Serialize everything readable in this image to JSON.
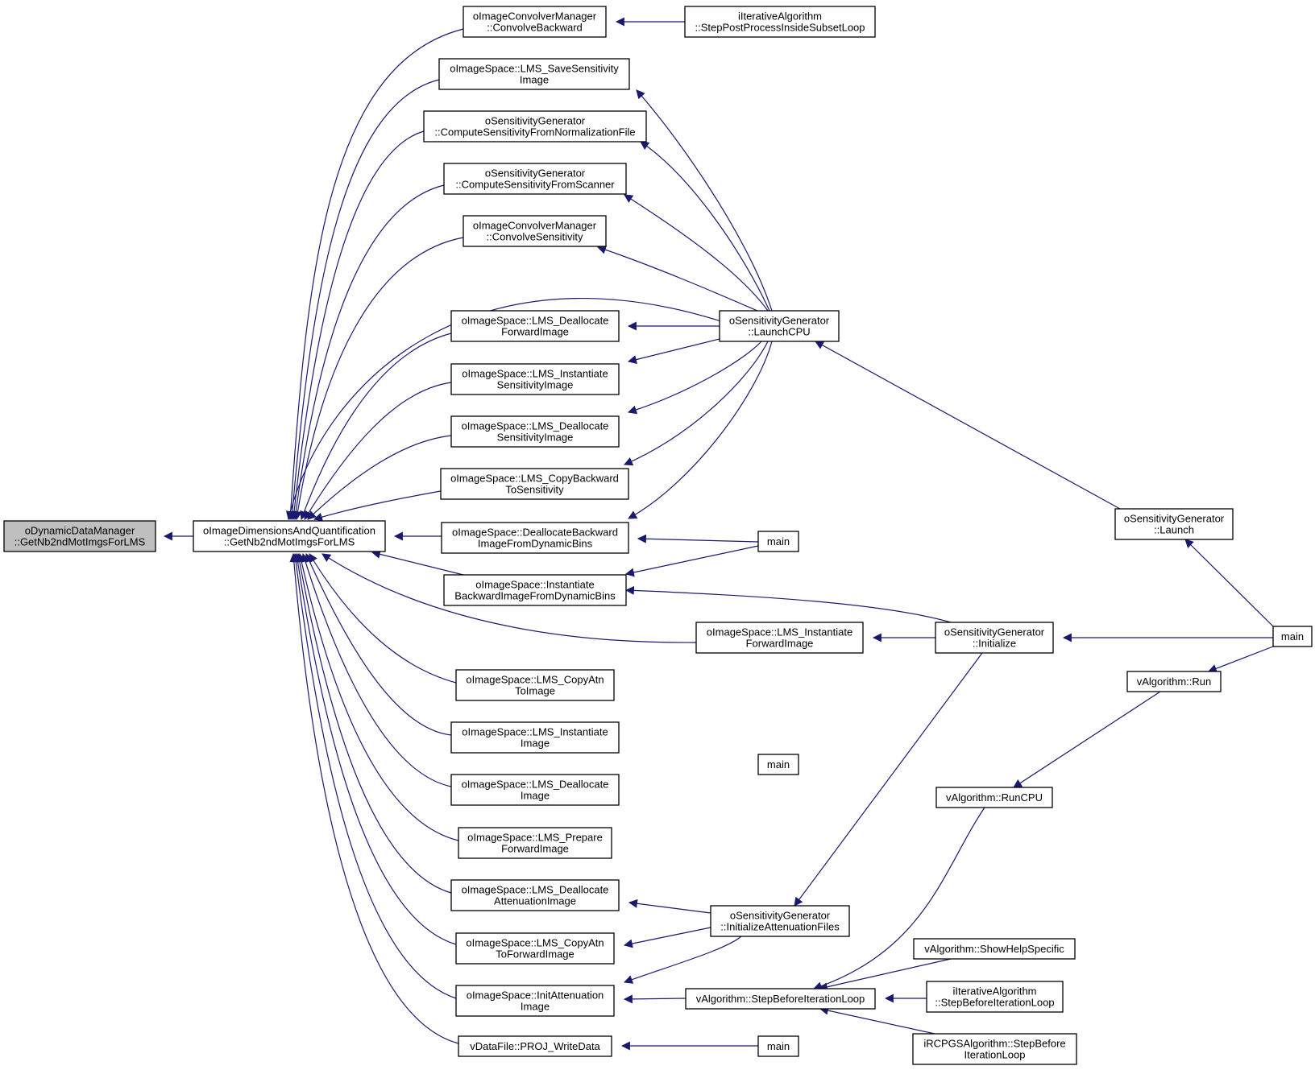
{
  "colors": {
    "edge": "#191970",
    "node_fill": "#ffffff",
    "focus_fill": "#bfbfbf",
    "border": "#000000"
  },
  "nodes": [
    {
      "id": "root",
      "lines": [
        "oDynamicDataManager",
        "::GetNb2ndMotImgsForLMS"
      ],
      "focus": true
    },
    {
      "id": "dimq",
      "lines": [
        "oImageDimensionsAndQuantification",
        "::GetNb2ndMotImgsForLMS"
      ]
    },
    {
      "id": "convback",
      "lines": [
        "oImageConvolverManager",
        "::ConvolveBackward"
      ]
    },
    {
      "id": "stepsubset",
      "lines": [
        "iIterativeAlgorithm",
        "::StepPostProcessInsideSubsetLoop"
      ]
    },
    {
      "id": "savesens",
      "lines": [
        "oImageSpace::LMS_SaveSensitivity",
        "Image"
      ]
    },
    {
      "id": "csnorm",
      "lines": [
        "oSensitivityGenerator",
        "::ComputeSensitivityFromNormalizationFile"
      ]
    },
    {
      "id": "csscan",
      "lines": [
        "oSensitivityGenerator",
        "::ComputeSensitivityFromScanner"
      ]
    },
    {
      "id": "convsens",
      "lines": [
        "oImageConvolverManager",
        "::ConvolveSensitivity"
      ]
    },
    {
      "id": "deallocfwd",
      "lines": [
        "oImageSpace::LMS_Deallocate",
        "ForwardImage"
      ]
    },
    {
      "id": "instsens",
      "lines": [
        "oImageSpace::LMS_Instantiate",
        "SensitivityImage"
      ]
    },
    {
      "id": "deallocsens",
      "lines": [
        "oImageSpace::LMS_Deallocate",
        "SensitivityImage"
      ]
    },
    {
      "id": "copyback",
      "lines": [
        "oImageSpace::LMS_CopyBackward",
        "ToSensitivity"
      ]
    },
    {
      "id": "deallocbackdyn",
      "lines": [
        "oImageSpace::DeallocateBackward",
        "ImageFromDynamicBins"
      ]
    },
    {
      "id": "instbackdyn",
      "lines": [
        "oImageSpace::Instantiate",
        "BackwardImageFromDynamicBins"
      ]
    },
    {
      "id": "instfwd",
      "lines": [
        "oImageSpace::LMS_Instantiate",
        "ForwardImage"
      ]
    },
    {
      "id": "copyatnimg",
      "lines": [
        "oImageSpace::LMS_CopyAtn",
        "ToImage"
      ]
    },
    {
      "id": "instimg",
      "lines": [
        "oImageSpace::LMS_Instantiate",
        "Image"
      ]
    },
    {
      "id": "deallocimg",
      "lines": [
        "oImageSpace::LMS_Deallocate",
        "Image"
      ]
    },
    {
      "id": "prepfwd",
      "lines": [
        "oImageSpace::LMS_Prepare",
        "ForwardImage"
      ]
    },
    {
      "id": "deallocatn",
      "lines": [
        "oImageSpace::LMS_Deallocate",
        "AttenuationImage"
      ]
    },
    {
      "id": "copyatnfwd",
      "lines": [
        "oImageSpace::LMS_CopyAtn",
        "ToForwardImage"
      ]
    },
    {
      "id": "initatn",
      "lines": [
        "oImageSpace::InitAttenuation",
        "Image"
      ]
    },
    {
      "id": "projwrite",
      "lines": [
        "vDataFile::PROJ_WriteData"
      ]
    },
    {
      "id": "launchcpu",
      "lines": [
        "oSensitivityGenerator",
        "::LaunchCPU"
      ]
    },
    {
      "id": "launch",
      "lines": [
        "oSensitivityGenerator",
        "::Launch"
      ]
    },
    {
      "id": "main_right",
      "lines": [
        "main"
      ]
    },
    {
      "id": "main_a",
      "lines": [
        "main"
      ]
    },
    {
      "id": "sginit",
      "lines": [
        "oSensitivityGenerator",
        "::Initialize"
      ]
    },
    {
      "id": "run",
      "lines": [
        "vAlgorithm::Run"
      ]
    },
    {
      "id": "main_b",
      "lines": [
        "main"
      ]
    },
    {
      "id": "runcpu",
      "lines": [
        "vAlgorithm::RunCPU"
      ]
    },
    {
      "id": "initatnfiles",
      "lines": [
        "oSensitivityGenerator",
        "::InitializeAttenuationFiles"
      ]
    },
    {
      "id": "showhelp",
      "lines": [
        "vAlgorithm::ShowHelpSpecific"
      ]
    },
    {
      "id": "stepbefore",
      "lines": [
        "vAlgorithm::StepBeforeIterationLoop"
      ]
    },
    {
      "id": "itstepbefore",
      "lines": [
        "iIterativeAlgorithm",
        "::StepBeforeIterationLoop"
      ]
    },
    {
      "id": "rcpgs",
      "lines": [
        "iRCPGSAlgorithm::StepBefore",
        "IterationLoop"
      ]
    },
    {
      "id": "main_c",
      "lines": [
        "main"
      ]
    }
  ]
}
